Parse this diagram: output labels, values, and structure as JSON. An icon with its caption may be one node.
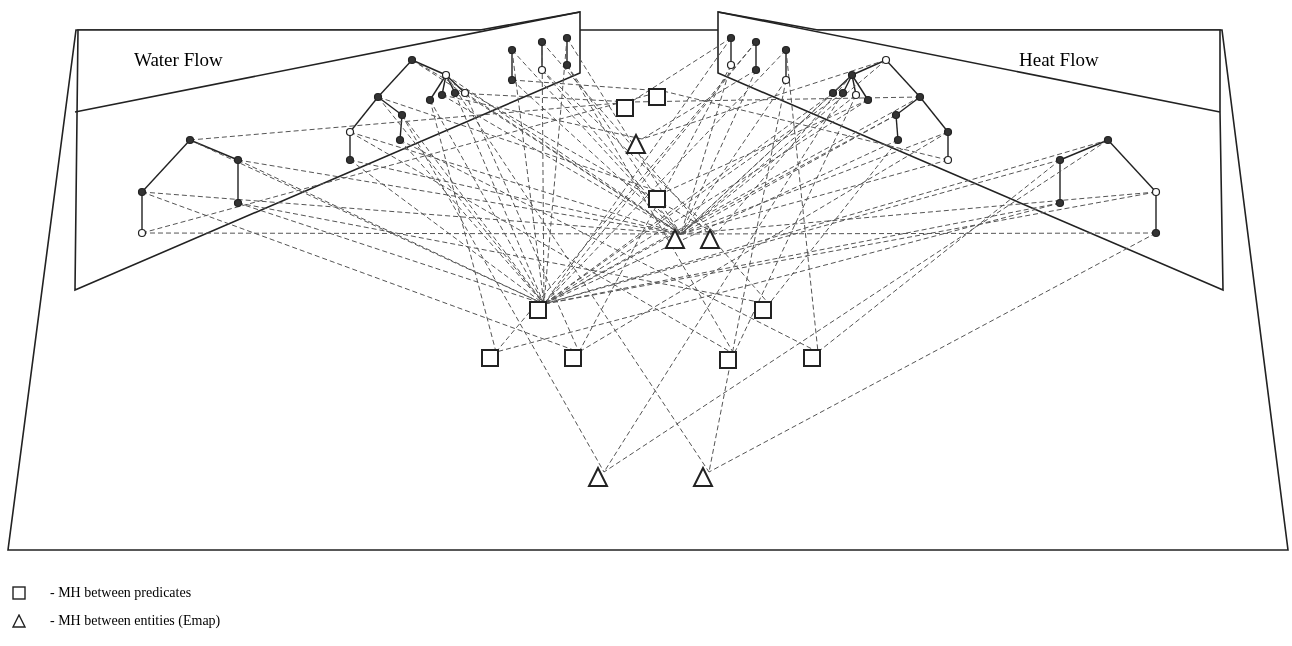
{
  "diagram": {
    "nodes": [
      {
        "text": [
          "Water Flow"
        ]
      },
      {
        "text": [
          "Heat Flow"
        ]
      }
    ],
    "legend": [
      {
        "text": "- MH between predicates"
      },
      {
        "text": "- MH between entities (Emap)"
      }
    ]
  }
}
